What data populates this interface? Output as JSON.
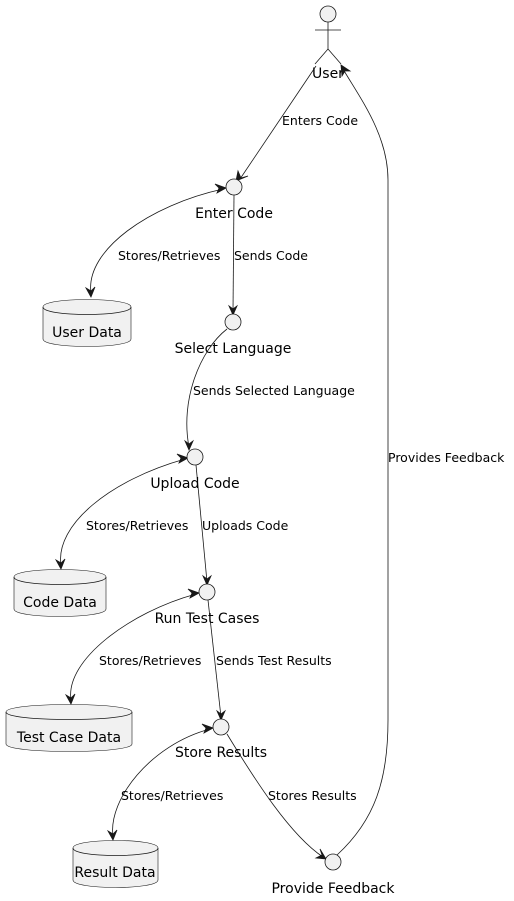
{
  "actor": {
    "label": "User",
    "icon": "stick-figure-icon"
  },
  "processes": {
    "enter_code": "Enter Code",
    "select_language": "Select Language",
    "upload_code": "Upload Code",
    "run_test_cases": "Run Test Cases",
    "store_results": "Store Results",
    "provide_feedback": "Provide Feedback"
  },
  "datastores": {
    "user_data": "User Data",
    "code_data": "Code Data",
    "test_case_data": "Test Case Data",
    "result_data": "Result Data"
  },
  "edges": {
    "enters_code": "Enters Code",
    "sends_code": "Sends Code",
    "sends_selected_language": "Sends Selected Language",
    "uploads_code": "Uploads Code",
    "sends_test_results": "Sends Test Results",
    "stores_results": "Stores Results",
    "provides_feedback": "Provides Feedback",
    "stores_retrieves_user": "Stores/Retrieves",
    "stores_retrieves_code": "Stores/Retrieves",
    "stores_retrieves_test": "Stores/Retrieves",
    "stores_retrieves_result": "Stores/Retrieves"
  },
  "colors": {
    "shape_fill": "#f1f1f1",
    "stroke": "#181818",
    "text": "#000000",
    "background": "#ffffff"
  }
}
